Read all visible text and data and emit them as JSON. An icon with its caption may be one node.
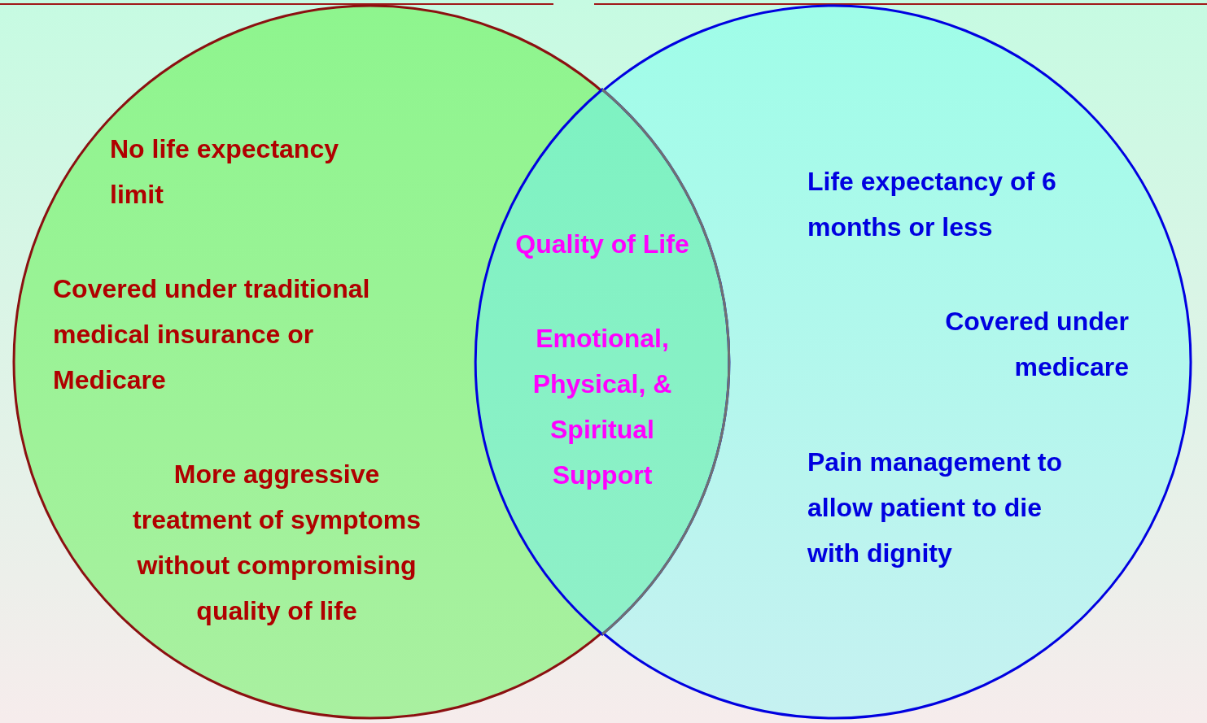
{
  "diagram": {
    "nodes": [
      {
        "text": [
          "No life expectancy limit",
          "Covered under traditional medical insurance or Medicare",
          "More aggressive treatment of symptoms without compromising quality of life"
        ]
      },
      {
        "text": [
          "Life expectancy of 6 months or less",
          "Covered under medicare",
          "Pain management to allow patient to die with dignity"
        ]
      },
      {
        "text": [
          "Quality of Life",
          "Emotional, Physical, & Spiritual Support"
        ]
      }
    ],
    "edges": []
  }
}
